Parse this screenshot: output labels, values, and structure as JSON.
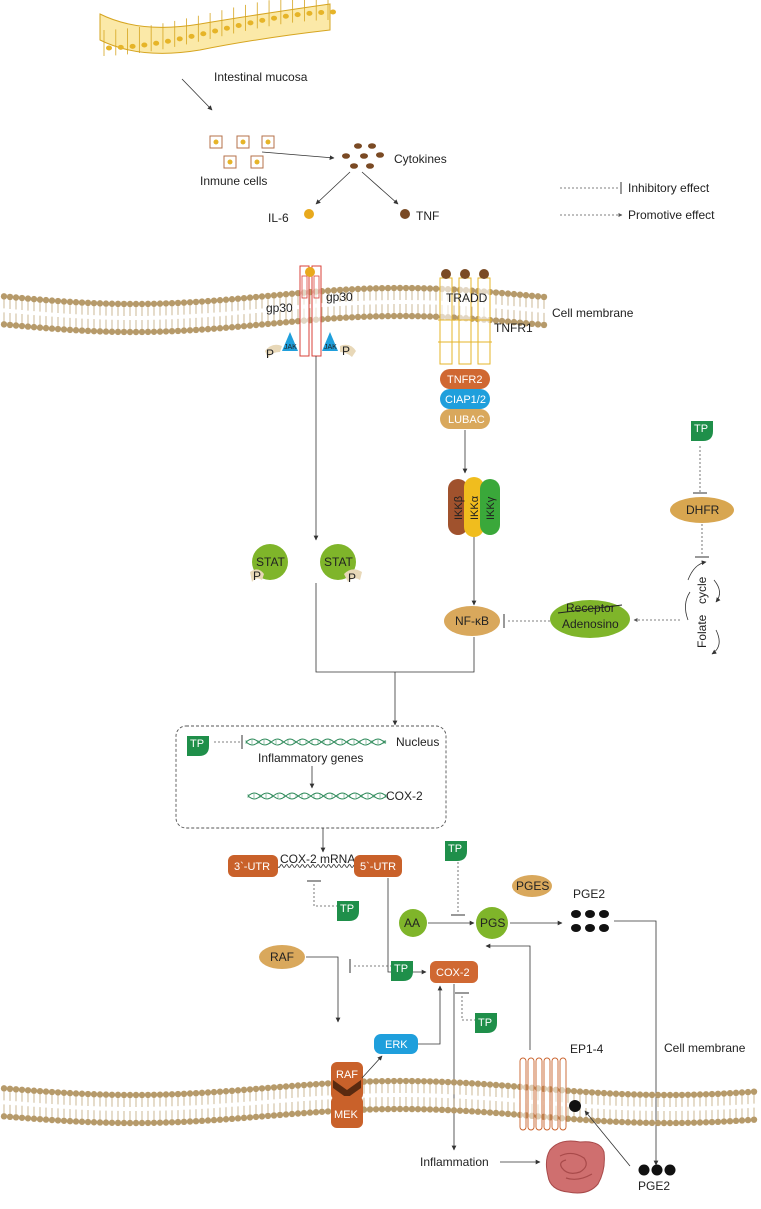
{
  "labels": {
    "intestinal_mucosa": "Intestinal mucosa",
    "immune_cells": "Inmune cells",
    "cytokines": "Cytokines",
    "il6": "IL-6",
    "tnf": "TNF",
    "inhibitory_effect": "Inhibitory effect",
    "promotive_effect": "Promotive effect",
    "gp30_left": "gp30",
    "gp30_right": "gp30",
    "jak": "JAK",
    "p": "P",
    "tradd": "TRADD",
    "tnfr1": "TNFR1",
    "cell_membrane_top": "Cell membrane",
    "tnfr2": "TNFR2",
    "ciap": "CIAP1/2",
    "lubac": "LUBAC",
    "ikkb": "IKKβ",
    "ikka": "IKKα",
    "ikkg": "IKKγ",
    "tp": "TP",
    "dhfr": "DHFR",
    "cycle": "cycle",
    "folate": "Folate",
    "stat": "STAT",
    "nfkb": "NF-κB",
    "receptor": "Receptor",
    "adenosino": "Adenosino",
    "nucleus": "Nucleus",
    "inflammatory_genes": "Inflammatory genes",
    "cox2_gene": "COX-2",
    "utr3": "3`-UTR",
    "utr5": "5`-UTR",
    "cox2_mrna": "COX-2 mRNA",
    "aa": "AA",
    "pgs": "PGS",
    "pges": "PGES",
    "pge2_top": "PGE2",
    "raf_top": "RAF",
    "cox2": "COX-2",
    "erk": "ERK",
    "raf": "RAF",
    "mek": "MEK",
    "ep14": "EP1-4",
    "cell_membrane_bottom": "Cell membrane",
    "pge2_bottom": "PGE2",
    "inflammation": "Inflammation"
  },
  "icons": {
    "mucosa": "intestinal-epithelium-icon",
    "immune": "immune-cell-icon",
    "leaf": "green-leaf-icon",
    "dna": "dna-helix-icon",
    "intestine": "intestine-icon"
  },
  "colors": {
    "mucosa": "#e6b428",
    "membrane": "#b69a6a",
    "red_receptor": "#d9423a",
    "tnf_ball": "#7a4a24",
    "il6_ball": "#e8a91d",
    "tnfr2": "#d06832",
    "ciap": "#1f9fdc",
    "lubac": "#d9a85c",
    "ikk_b": "#a0522d",
    "ikk_a": "#f0bd1e",
    "ikk_g": "#3aa83a",
    "stat": "#7fb52a",
    "tp_leaf": "#1f8f4a",
    "dhfr": "#d8a650",
    "dna": "#2e8a5a",
    "utr": "#c9612a",
    "erk": "#1f9fdc",
    "black_dot": "#111111",
    "intestine": "#cf6f6f"
  }
}
